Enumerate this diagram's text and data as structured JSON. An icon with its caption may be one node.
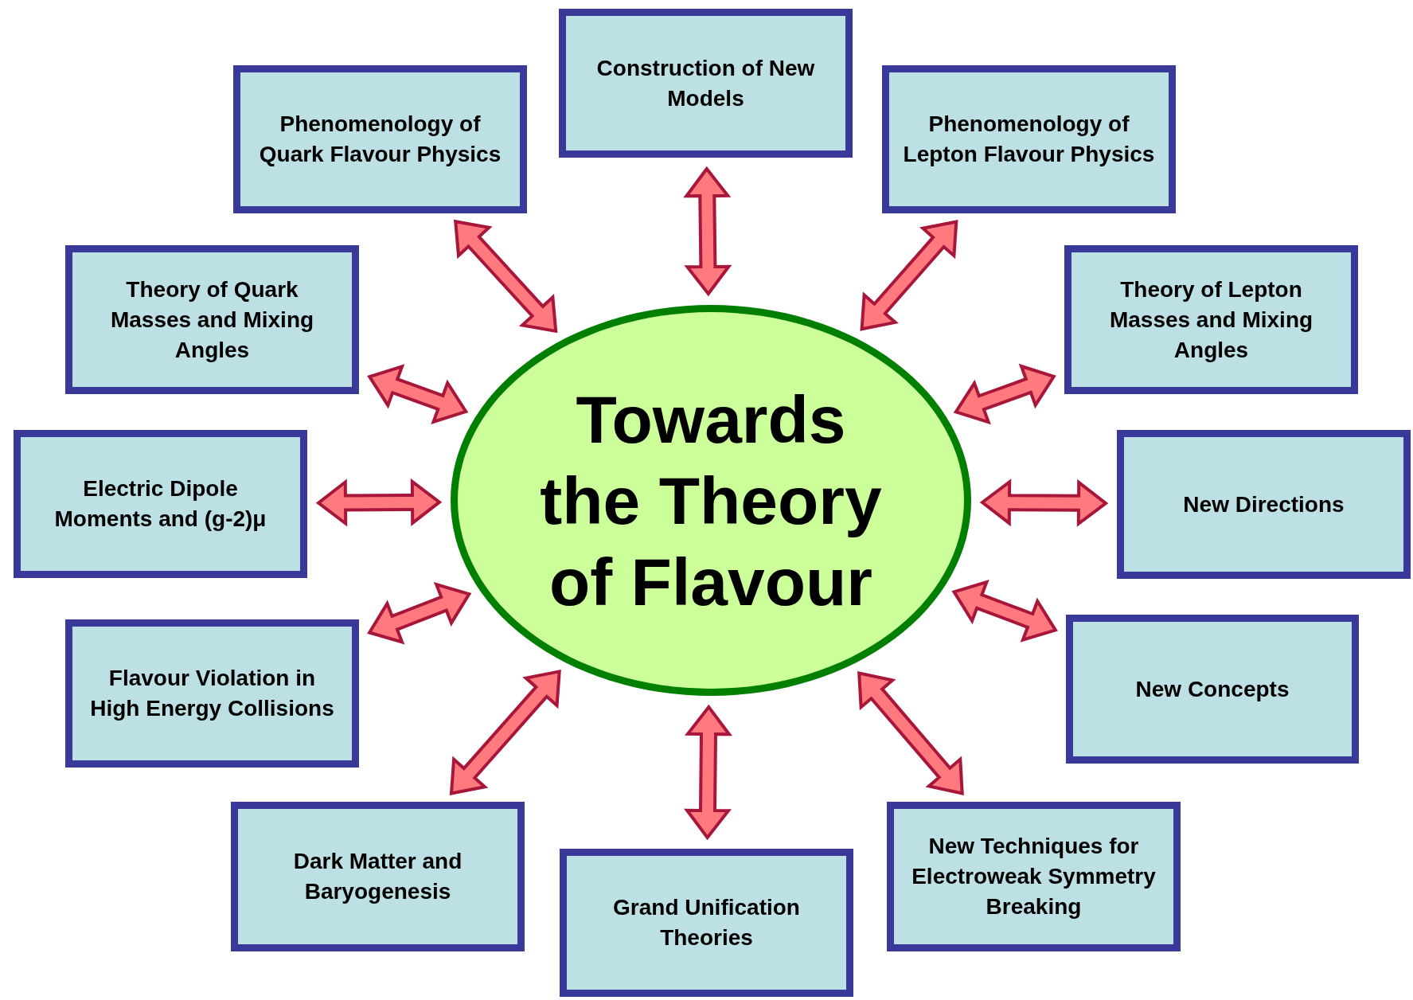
{
  "diagram": {
    "nodes": [
      {
        "text": [
          "Towards the Theory of Flavour"
        ]
      },
      {
        "text": [
          "Construction of New Models"
        ]
      },
      {
        "text": [
          "Phenomenology of Quark Flavour Physics"
        ]
      },
      {
        "text": [
          "Phenomenology of Lepton Flavour Physics"
        ]
      },
      {
        "text": [
          "Theory of Quark Masses and Mixing Angles"
        ]
      },
      {
        "text": [
          "Theory of Lepton Masses and Mixing Angles"
        ]
      },
      {
        "text": [
          "Electric Dipole Moments and (g-2)μ"
        ]
      },
      {
        "text": [
          "New Directions"
        ]
      },
      {
        "text": [
          "Flavour Violation in High Energy Collisions"
        ]
      },
      {
        "text": [
          "New Concepts"
        ]
      },
      {
        "text": [
          "Dark Matter and Baryogenesis"
        ]
      },
      {
        "text": [
          "Grand Unification Theories"
        ]
      },
      {
        "text": [
          "New Techniques for Electroweak Symmetry Breaking"
        ]
      }
    ],
    "edges": [
      {
        "from": 1,
        "to": 0,
        "arrow": "both"
      },
      {
        "from": 2,
        "to": 0,
        "arrow": "both"
      },
      {
        "from": 3,
        "to": 0,
        "arrow": "both"
      },
      {
        "from": 4,
        "to": 0,
        "arrow": "both"
      },
      {
        "from": 5,
        "to": 0,
        "arrow": "both"
      },
      {
        "from": 6,
        "to": 0,
        "arrow": "both"
      },
      {
        "from": 7,
        "to": 0,
        "arrow": "both"
      },
      {
        "from": 8,
        "to": 0,
        "arrow": "both"
      },
      {
        "from": 9,
        "to": 0,
        "arrow": "both"
      },
      {
        "from": 10,
        "to": 0,
        "arrow": "both"
      },
      {
        "from": 11,
        "to": 0,
        "arrow": "both"
      },
      {
        "from": 12,
        "to": 0,
        "arrow": "both"
      }
    ]
  }
}
